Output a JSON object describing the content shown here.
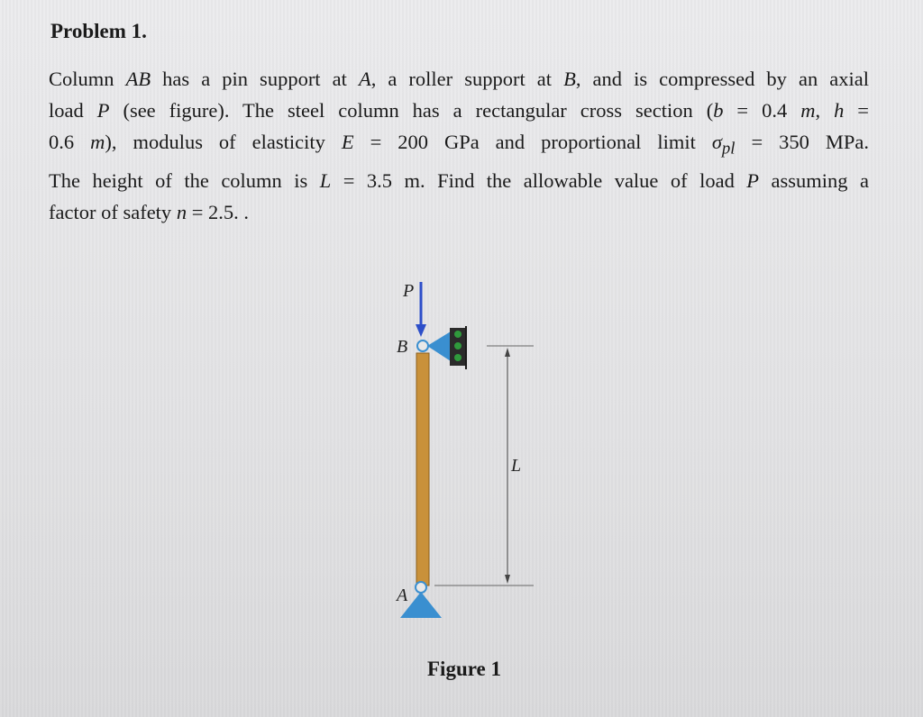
{
  "heading": "Problem 1.",
  "problem": {
    "l1a": "Column ",
    "l1b": "AB",
    "l1c": " has a pin support at ",
    "l1d": "A",
    "l1e": ", a roller support at ",
    "l1f": "B",
    "l1g": ", and is compressed by an axial",
    "l2a": "load ",
    "l2b": "P",
    "l2c": " (see figure). The steel column has a rectangular cross section (",
    "l2d": "b",
    "l2e": " = 0.4 ",
    "l2f": "m",
    "l2g": ", ",
    "l2h": "h",
    "l2i": " =",
    "l3a": "0.6 ",
    "l3b": "m",
    "l3c": "), modulus of elasticity ",
    "l3d": "E",
    "l3e": " = 200 GPa and proportional limit ",
    "l3f": "σ",
    "l3g": "pl",
    "l3h": " = 350 MPa.",
    "l4a": "The height of the column is ",
    "l4b": "L",
    "l4c": " = 3.5 m. Find the allowable value of load ",
    "l4d": "P",
    "l4e": " assuming a",
    "l5a": "factor of safety ",
    "l5b": "n",
    "l5c": " = 2.5. ."
  },
  "figure": {
    "label_P": "P",
    "label_B": "B",
    "label_A": "A",
    "label_L": "L",
    "caption": "Figure 1",
    "colors": {
      "column": "#c9913a",
      "column_edge": "#8a5f1d",
      "support": "#3a8fd0",
      "roller": "#2f9a3c",
      "arrow": "#2d4fc9",
      "dim": "#444444"
    }
  }
}
